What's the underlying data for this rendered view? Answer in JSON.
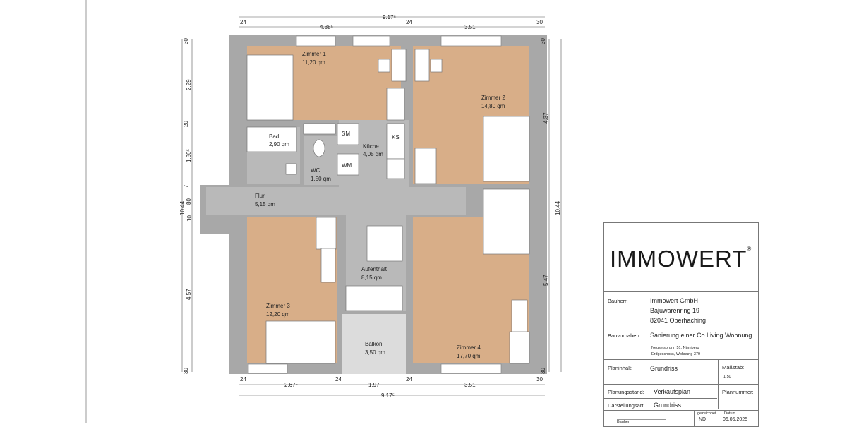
{
  "rooms": [
    {
      "name": "Zimmer 1",
      "area": "11,20 qm"
    },
    {
      "name": "Zimmer 2",
      "area": "14,80 qm"
    },
    {
      "name": "Bad",
      "area": "2,90 qm"
    },
    {
      "name": "WC",
      "area": "1,50 qm"
    },
    {
      "name": "Küche",
      "area": "4,05 qm"
    },
    {
      "name": "Flur",
      "area": "5,15 qm"
    },
    {
      "name": "Zimmer 3",
      "area": "12,20 qm"
    },
    {
      "name": "Aufenthalt",
      "area": "8,15 qm"
    },
    {
      "name": "Zimmer 4",
      "area": "17,70 qm"
    },
    {
      "name": "Balkon",
      "area": "3,50 qm"
    }
  ],
  "appliances": {
    "sm": "SM",
    "wm": "WM",
    "ks": "KS"
  },
  "dims": {
    "top_total": "9.17⁵",
    "top": [
      "24",
      "4.88⁵",
      "24",
      "3.51",
      "30"
    ],
    "bottom_total": "9.17⁵",
    "bottom": [
      "24",
      "2.67⁵",
      "24",
      "1.97",
      "24",
      "3.51",
      "30"
    ],
    "left_total": "10.44",
    "left": [
      "30",
      "2.29",
      "20",
      "1.80⁵",
      "7",
      "80",
      "10",
      "4.57",
      "30"
    ],
    "right_total": "10.44",
    "right": [
      "30",
      "4.37",
      "5.47",
      "30"
    ]
  },
  "title_block": {
    "logo": "IMMOWERT",
    "logo_mark": "®",
    "bauherr_label": "Bauherr:",
    "bauherr": [
      "Immowert GmbH",
      "Bajuwarenring 19",
      "82041 Oberhaching"
    ],
    "bauvorhaben_label": "Bauvorhaben:",
    "bauvorhaben": "Sanierung einer Co.Living Wohnung",
    "address": [
      "Neuselsbrunn 51, Nürnberg",
      "Erdgeschoss, Wohnung 379"
    ],
    "planinhalt_label": "Planinhalt:",
    "planinhalt": "Grundriss",
    "massstab_label": "Maßstab:",
    "massstab": "1.50",
    "planungsstand_label": "Planungsstand:",
    "planungsstand": "Verkaufsplan",
    "plannummer_label": "Plannummer:",
    "darstellungsart_label": "Darstellungsart:",
    "darstellungsart": "Grundriss",
    "gezeichnet_label": "gezeichnet",
    "gezeichnet": "ND",
    "datum_label": "Datum",
    "datum": "06.05.2025",
    "sign_label": "Bauherr"
  },
  "colors": {
    "wall": "#a8a8a8",
    "wood": "#d8ae88",
    "tile": "#b9b9b9",
    "balcony": "#dcdcdc"
  }
}
